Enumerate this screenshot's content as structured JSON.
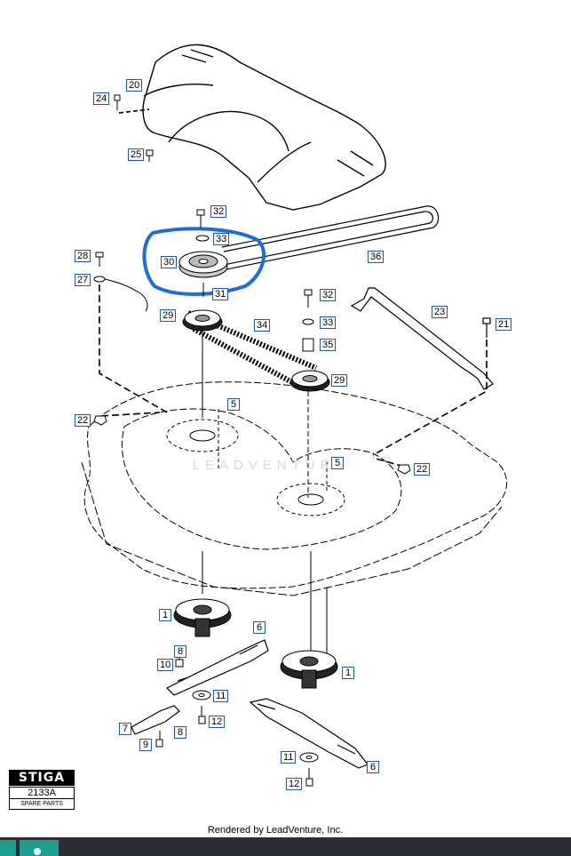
{
  "callouts": [
    {
      "label": "20"
    },
    {
      "label": "24"
    },
    {
      "label": "25"
    },
    {
      "label": "32"
    },
    {
      "label": "33"
    },
    {
      "label": "30"
    },
    {
      "label": "31"
    },
    {
      "label": "36"
    },
    {
      "label": "28"
    },
    {
      "label": "27"
    },
    {
      "label": "29"
    },
    {
      "label": "34"
    },
    {
      "label": "32"
    },
    {
      "label": "33"
    },
    {
      "label": "35"
    },
    {
      "label": "29"
    },
    {
      "label": "23"
    },
    {
      "label": "21"
    },
    {
      "label": "22"
    },
    {
      "label": "5"
    },
    {
      "label": "5"
    },
    {
      "label": "22"
    },
    {
      "label": "1"
    },
    {
      "label": "6"
    },
    {
      "label": "8"
    },
    {
      "label": "10"
    },
    {
      "label": "11"
    },
    {
      "label": "1"
    },
    {
      "label": "7"
    },
    {
      "label": "8"
    },
    {
      "label": "12"
    },
    {
      "label": "9"
    },
    {
      "label": "11"
    },
    {
      "label": "6"
    },
    {
      "label": "12"
    }
  ],
  "logo": {
    "brand": "STIGA",
    "code": "2133A",
    "subtitle": "SPARE PARTS"
  },
  "watermark": "LEADVENTURE",
  "credit": "Rendered by LeadVenture, Inc.",
  "colors": {
    "callout_border": "#1d5aa8",
    "highlight": "#1a6fd6",
    "taskbar": "#2b2f33",
    "taskbar_button": "#1e9e8e"
  }
}
